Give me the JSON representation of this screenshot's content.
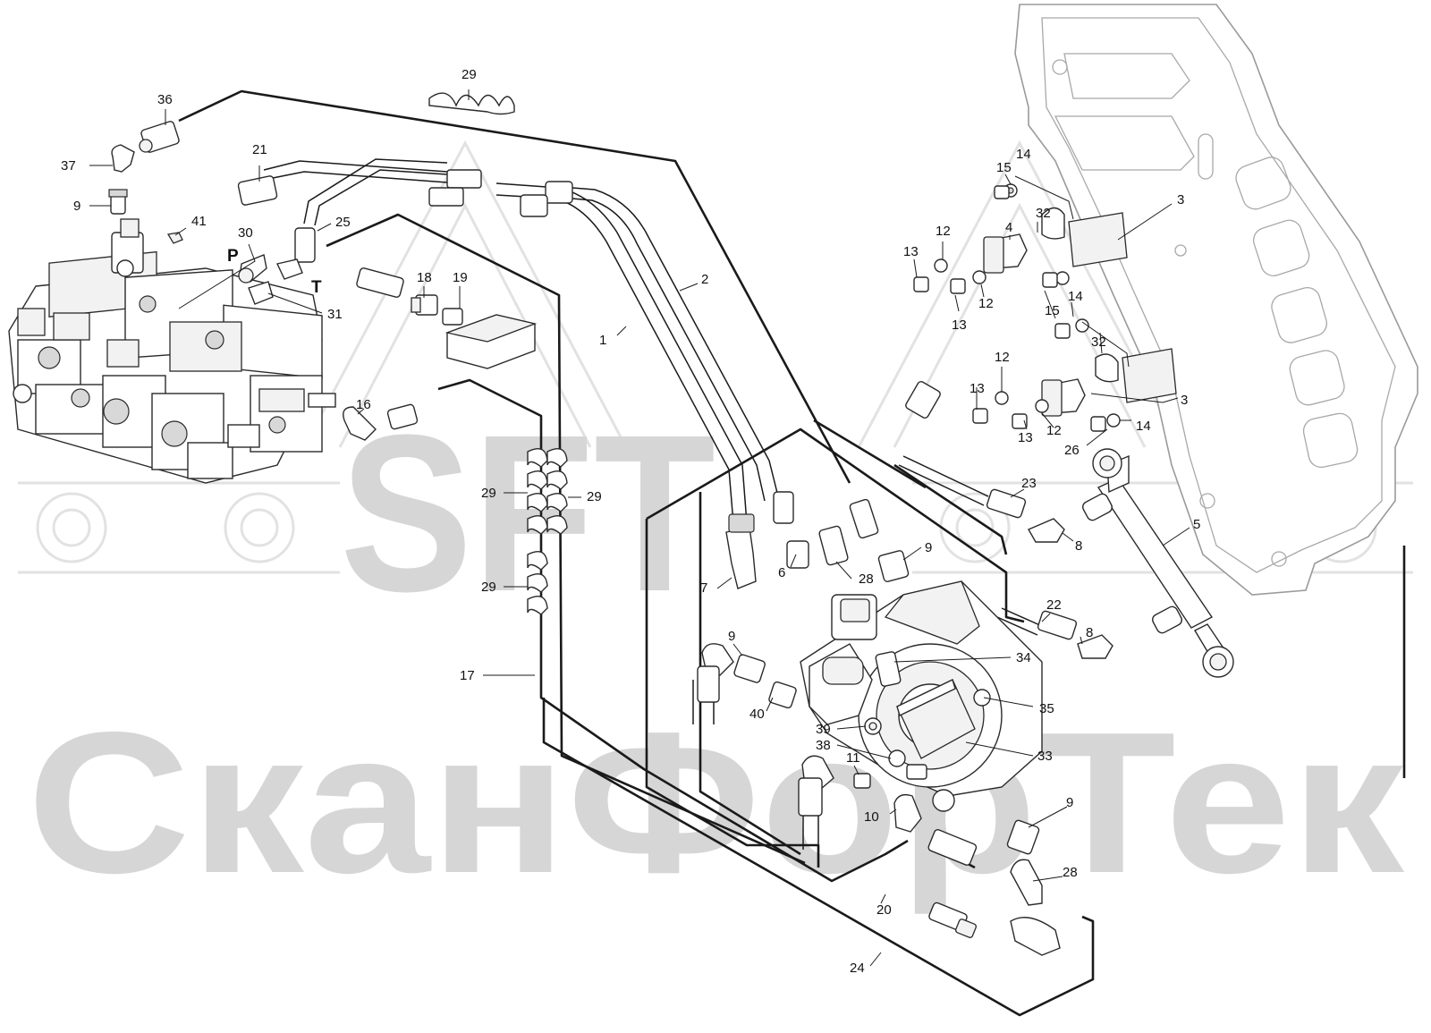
{
  "watermark": {
    "logo_text": "SFT",
    "company_name": "СканФорТек"
  },
  "port_labels": {
    "pressure": "P",
    "tank": "T"
  },
  "callouts": [
    {
      "id": "c-29-top",
      "text": "29"
    },
    {
      "id": "c-36",
      "text": "36"
    },
    {
      "id": "c-37",
      "text": "37"
    },
    {
      "id": "c-9-valve",
      "text": "9"
    },
    {
      "id": "c-21",
      "text": "21"
    },
    {
      "id": "c-41",
      "text": "41"
    },
    {
      "id": "c-25",
      "text": "25"
    },
    {
      "id": "c-30",
      "text": "30"
    },
    {
      "id": "c-18",
      "text": "18"
    },
    {
      "id": "c-19",
      "text": "19"
    },
    {
      "id": "c-31",
      "text": "31"
    },
    {
      "id": "c-16",
      "text": "16"
    },
    {
      "id": "c-2",
      "text": "2"
    },
    {
      "id": "c-1",
      "text": "1"
    },
    {
      "id": "c-29-a",
      "text": "29"
    },
    {
      "id": "c-29-b",
      "text": "29"
    },
    {
      "id": "c-29-c",
      "text": "29"
    },
    {
      "id": "c-17",
      "text": "17"
    },
    {
      "id": "c-15-a",
      "text": "15"
    },
    {
      "id": "c-14-a",
      "text": "14"
    },
    {
      "id": "c-3-a",
      "text": "3"
    },
    {
      "id": "c-32-a",
      "text": "32"
    },
    {
      "id": "c-4",
      "text": "4"
    },
    {
      "id": "c-12-a",
      "text": "12"
    },
    {
      "id": "c-13-a",
      "text": "13"
    },
    {
      "id": "c-12-b",
      "text": "12"
    },
    {
      "id": "c-13-b",
      "text": "13"
    },
    {
      "id": "c-15-b",
      "text": "15"
    },
    {
      "id": "c-14-b",
      "text": "14"
    },
    {
      "id": "c-32-b",
      "text": "32"
    },
    {
      "id": "c-12-c",
      "text": "12"
    },
    {
      "id": "c-13-c",
      "text": "13"
    },
    {
      "id": "c-13-d",
      "text": "13"
    },
    {
      "id": "c-12-d",
      "text": "12"
    },
    {
      "id": "c-3-b",
      "text": "3"
    },
    {
      "id": "c-14-c",
      "text": "14"
    },
    {
      "id": "c-26",
      "text": "26"
    },
    {
      "id": "c-23",
      "text": "23"
    },
    {
      "id": "c-5",
      "text": "5"
    },
    {
      "id": "c-8-a",
      "text": "8"
    },
    {
      "id": "c-9-mid",
      "text": "9"
    },
    {
      "id": "c-6",
      "text": "6"
    },
    {
      "id": "c-28-a",
      "text": "28"
    },
    {
      "id": "c-7",
      "text": "7"
    },
    {
      "id": "c-22",
      "text": "22"
    },
    {
      "id": "c-8-b",
      "text": "8"
    },
    {
      "id": "c-9-left",
      "text": "9"
    },
    {
      "id": "c-34",
      "text": "34"
    },
    {
      "id": "c-40",
      "text": "40"
    },
    {
      "id": "c-35",
      "text": "35"
    },
    {
      "id": "c-39",
      "text": "39"
    },
    {
      "id": "c-38",
      "text": "38"
    },
    {
      "id": "c-33",
      "text": "33"
    },
    {
      "id": "c-11",
      "text": "11"
    },
    {
      "id": "c-10",
      "text": "10"
    },
    {
      "id": "c-9-bottom",
      "text": "9"
    },
    {
      "id": "c-28-b",
      "text": "28"
    },
    {
      "id": "c-20",
      "text": "20"
    },
    {
      "id": "c-24",
      "text": "24"
    }
  ]
}
